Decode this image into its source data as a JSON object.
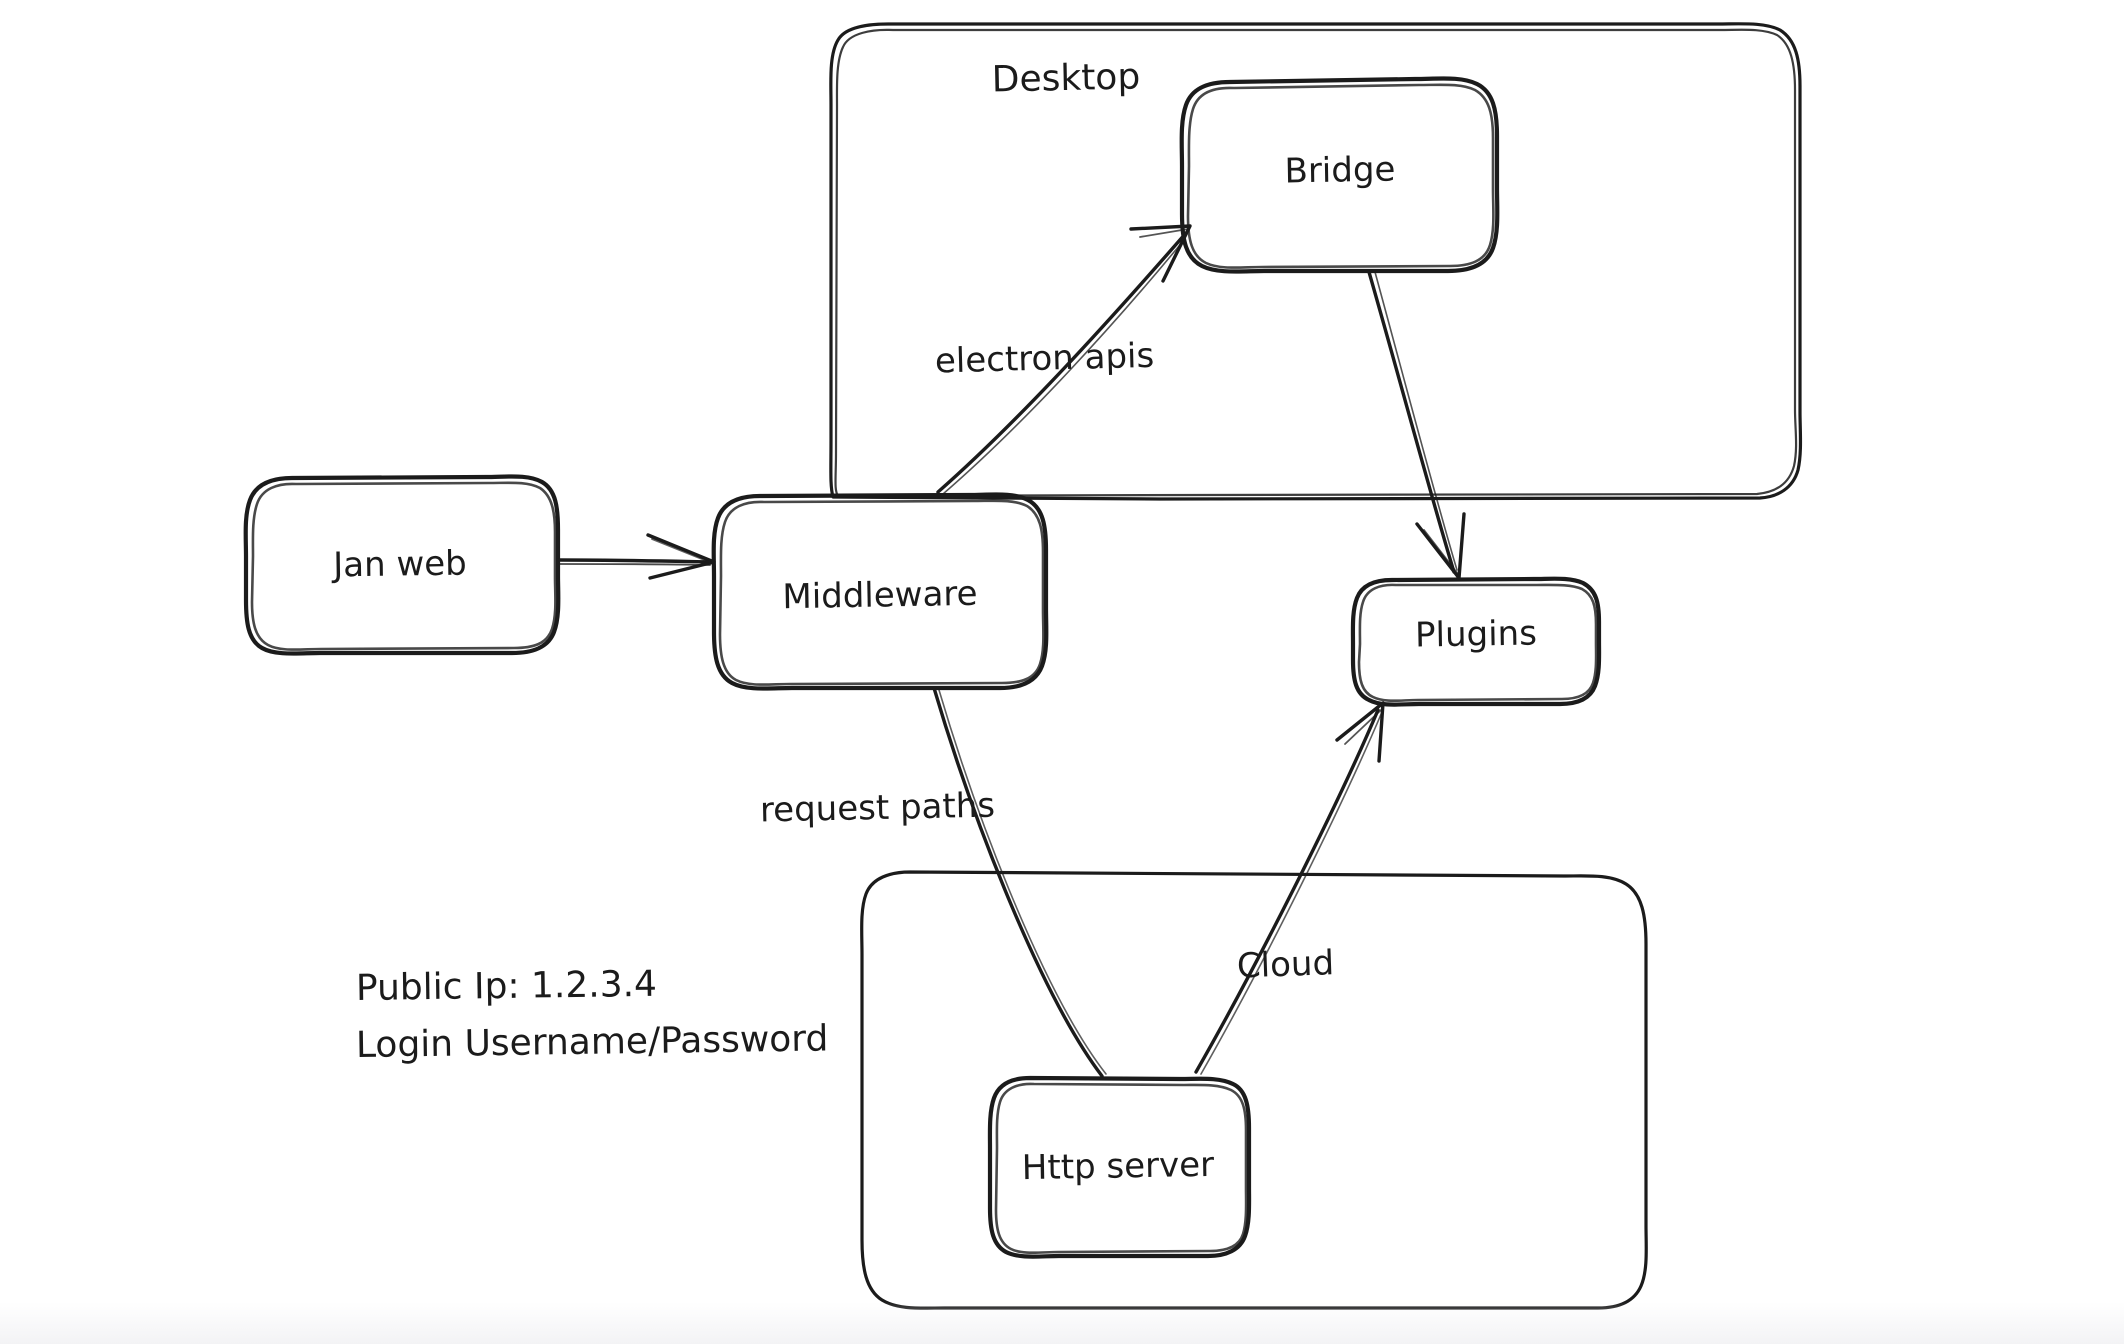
{
  "diagram": {
    "title_visible": false,
    "background_color": "#ffffff",
    "ink_color": "#1b1b1b",
    "style": "hand-drawn-sketch",
    "groups": [
      {
        "id": "desktop",
        "label": "Desktop"
      },
      {
        "id": "cloud",
        "label": ""
      }
    ],
    "nodes": [
      {
        "id": "jan-web",
        "label": "Jan web"
      },
      {
        "id": "middleware",
        "label": "Middleware"
      },
      {
        "id": "bridge",
        "label": "Bridge"
      },
      {
        "id": "plugins",
        "label": "Plugins"
      },
      {
        "id": "http-server",
        "label": "Http server"
      }
    ],
    "edges": [
      {
        "id": "jan-to-middleware",
        "from": "jan-web",
        "to": "middleware",
        "label": ""
      },
      {
        "id": "middleware-to-bridge",
        "from": "middleware",
        "to": "bridge",
        "label": "electron apis"
      },
      {
        "id": "bridge-to-plugins",
        "from": "bridge",
        "to": "plugins",
        "label": ""
      },
      {
        "id": "middleware-to-http",
        "from": "middleware",
        "to": "http-server",
        "label": "request paths"
      },
      {
        "id": "http-to-plugins",
        "from": "http-server",
        "to": "plugins",
        "label": "Cloud"
      }
    ],
    "notes": [
      {
        "id": "public-ip",
        "text": "Public Ip: 1.2.3.4"
      },
      {
        "id": "login",
        "text": "Login Username/Password"
      }
    ]
  }
}
